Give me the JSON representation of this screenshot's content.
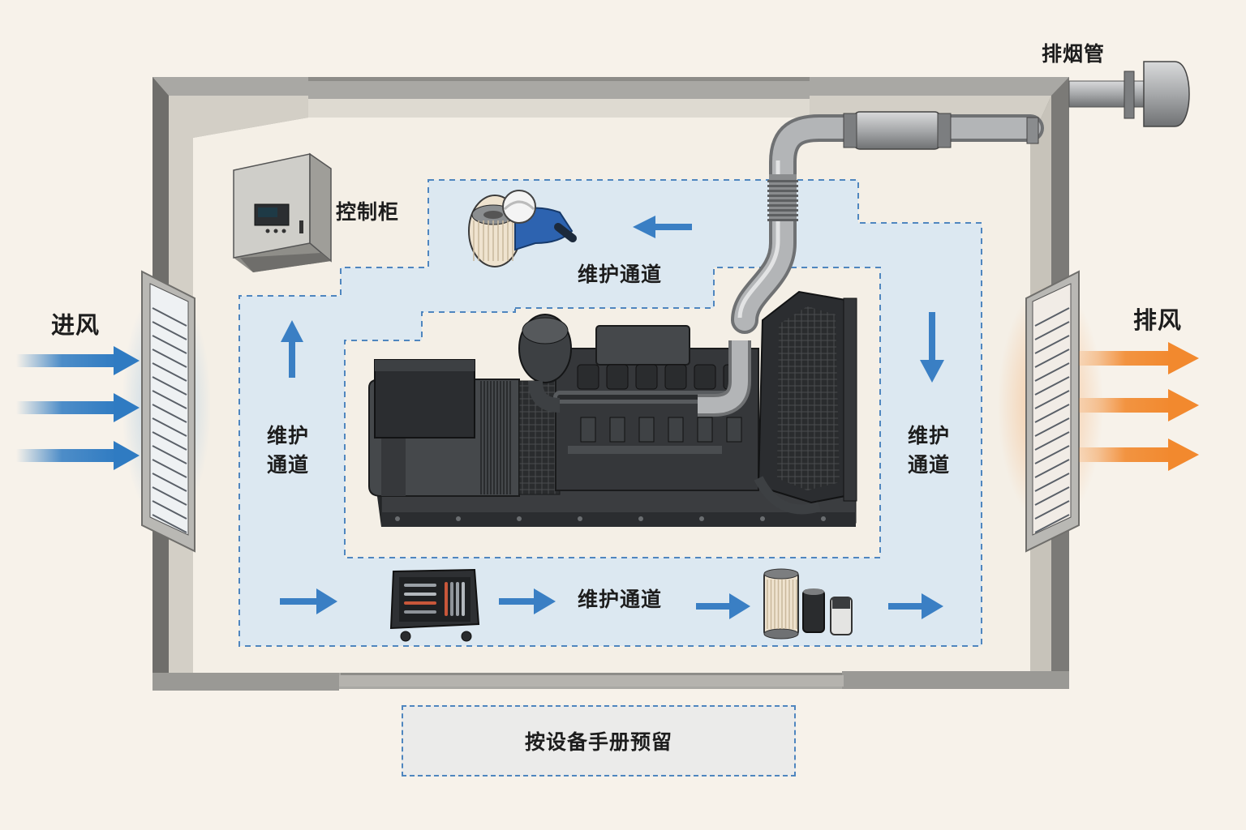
{
  "labels": {
    "exhaust_pipe": "排烟管",
    "control_cabinet": "控制柜",
    "air_inlet": "进风",
    "air_outlet": "排风",
    "aisle_top": "维护通道",
    "aisle_left_line1": "维护",
    "aisle_left_line2": "通道",
    "aisle_right_line1": "维护",
    "aisle_right_line2": "通道",
    "aisle_bottom": "维护通道",
    "reserve_note": "按设备手册预留"
  },
  "colors": {
    "background": "#f7f2ea",
    "floor": "#f4efe6",
    "wall": "#a9a8a4",
    "wall_dark": "#6f6e6b",
    "aisle_fill": "#dce8f1",
    "aisle_border": "#4f86bf",
    "inlet_arrow": "#2f7bc2",
    "outlet_arrow": "#f2892e",
    "flow_arrow": "#3a7fc4",
    "genset": "#3b3d40",
    "genset_dark": "#26282a",
    "cabinet": "#c9c8c3",
    "pipe": "#a7a9ab",
    "worker": "#2d63b0"
  },
  "icons": [
    "inlet-arrow-icon",
    "outlet-arrow-icon",
    "flow-arrow-icon",
    "louver-icon",
    "generator-icon",
    "control-cabinet-icon",
    "muffler-icon",
    "worker-icon",
    "toolbox-icon",
    "filter-icon"
  ]
}
